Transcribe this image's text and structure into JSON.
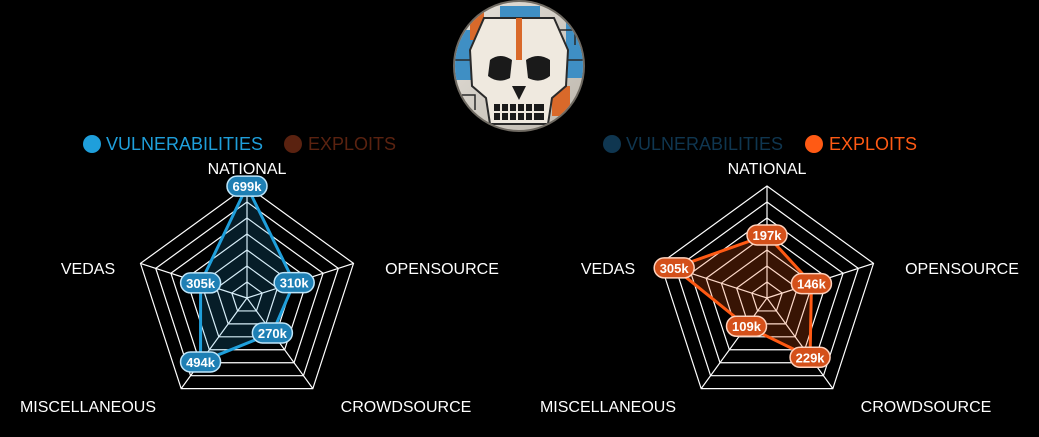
{
  "logo": {
    "icon": "skull-logo",
    "alt": ""
  },
  "colors": {
    "background": "#000000",
    "grid": "#ffffff",
    "vulnerabilities": "#1f9fdb",
    "vulnerabilities_dim": "#0f3650",
    "exploits": "#ff5a14",
    "exploits_dim": "#5a2210"
  },
  "chart_data": [
    {
      "type": "radar",
      "axes": [
        "NATIONAL",
        "OPENSOURCE",
        "CROWDSOURCE",
        "MISCELLANEOUS",
        "VEDAS"
      ],
      "rmax": 700,
      "grid_levels": 7,
      "legend": [
        {
          "name": "VULNERABILITIES",
          "active": true
        },
        {
          "name": "EXPLOITS",
          "active": false
        }
      ],
      "series": [
        {
          "name": "VULNERABILITIES",
          "values": [
            699,
            310,
            270,
            494,
            305
          ],
          "labels": [
            "699k",
            "310k",
            "270k",
            "494k",
            "305k"
          ]
        }
      ]
    },
    {
      "type": "radar",
      "axes": [
        "NATIONAL",
        "OPENSOURCE",
        "CROWDSOURCE",
        "MISCELLANEOUS",
        "VEDAS"
      ],
      "rmax": 350,
      "grid_levels": 7,
      "legend": [
        {
          "name": "VULNERABILITIES",
          "active": false
        },
        {
          "name": "EXPLOITS",
          "active": true
        }
      ],
      "series": [
        {
          "name": "EXPLOITS",
          "values": [
            197,
            146,
            229,
            109,
            305
          ],
          "labels": [
            "197k",
            "146k",
            "229k",
            "109k",
            "305k"
          ]
        }
      ]
    }
  ]
}
